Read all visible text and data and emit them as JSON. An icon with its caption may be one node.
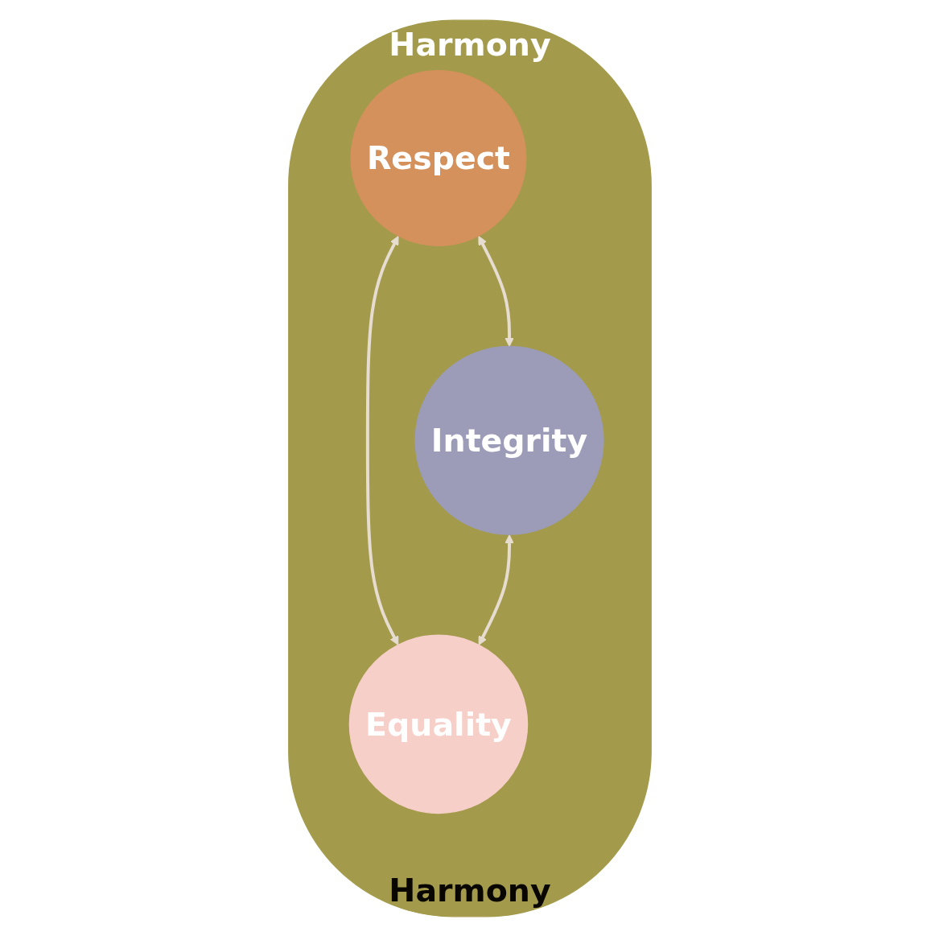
{
  "diagram": {
    "nodes": [
      {
        "text": [
          "Harmony",
          "Harmony"
        ]
      },
      {
        "text": [
          "Respect"
        ],
        "in": 0
      },
      {
        "text": [
          "Integrity"
        ],
        "in": 0
      },
      {
        "text": [
          "Equality"
        ],
        "in": 0
      }
    ],
    "edges": [
      {
        "from": 1,
        "to": 2,
        "arrow": "both"
      },
      {
        "from": 1,
        "to": 3,
        "arrow": "both"
      },
      {
        "from": 2,
        "to": 3,
        "arrow": "both"
      }
    ]
  }
}
